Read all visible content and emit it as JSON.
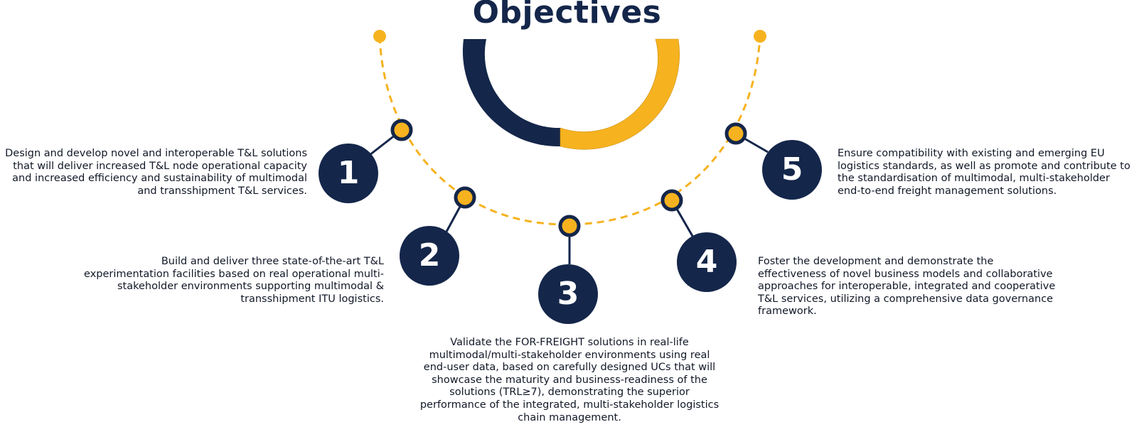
{
  "title": "Objectives",
  "colors": {
    "navy": "#14264a",
    "gold": "#f6b21f",
    "text": "#111827"
  },
  "objectives": [
    {
      "number": "1",
      "text": "Design and develop novel and interoperable T&L solutions that will deliver increased T&L node operational capacity and increased efficiency and sustainability of multimodal and transshipment T&L services."
    },
    {
      "number": "2",
      "text": "Build and deliver three state-of-the-art T&L experimentation facilities based on real operational multi-stakeholder environments supporting multimodal & transshipment ITU logistics."
    },
    {
      "number": "3",
      "text": "Validate the FOR-FREIGHT solutions in real-life multimodal/multi-stakeholder environments using real end-user data, based on carefully designed UCs that will showcase the maturity and business-readiness of the solutions (TRL≥7), demonstrating the superior performance of the integrated, multi-stakeholder logistics chain management."
    },
    {
      "number": "4",
      "text": "Foster the development and demonstrate the effectiveness of novel business models and collaborative approaches for interoperable, integrated and cooperative T&L services, utilizing a comprehensive data governance framework."
    },
    {
      "number": "5",
      "text": "Ensure compatibility with existing and emerging EU logistics standards, as well as promote and contribute to the standardisation of multimodal, multi-stakeholder end-to-end freight management solutions."
    }
  ]
}
